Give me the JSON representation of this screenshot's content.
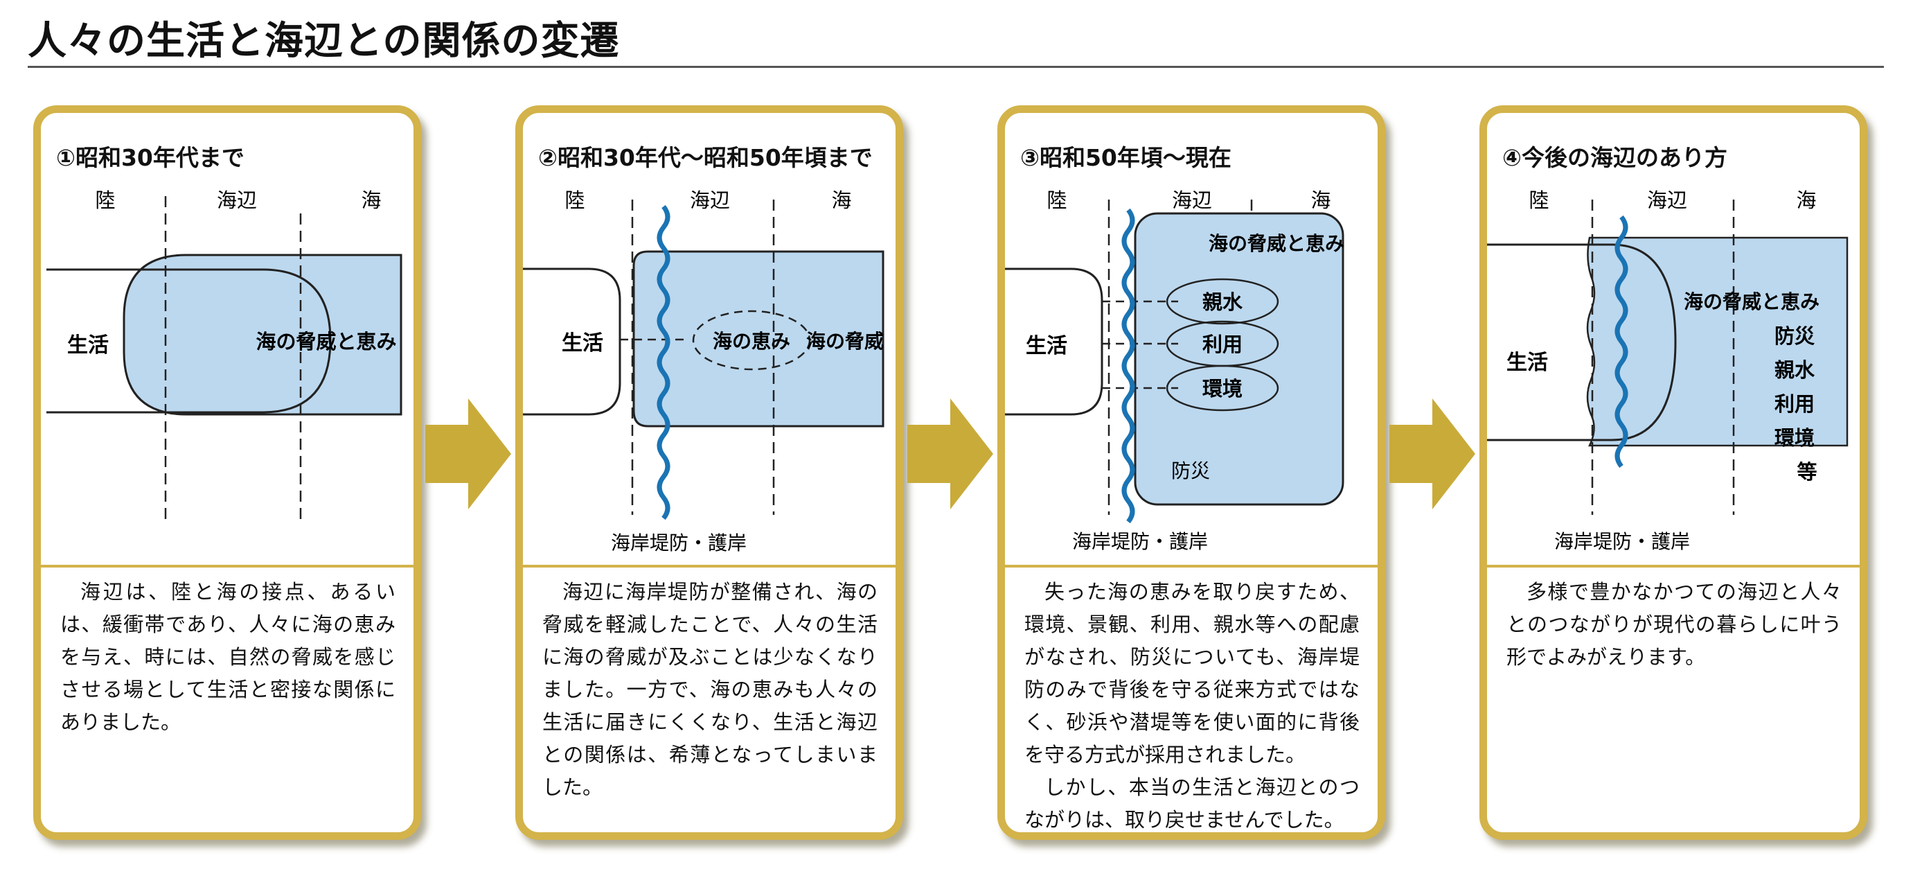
{
  "title": "人々の生活と海辺との関係の変遷",
  "zones": {
    "land": "陸",
    "shore": "海辺",
    "sea": "海"
  },
  "colors": {
    "panel_border": "#d3b34a",
    "fill": "#bcd8ee",
    "wave": "#1a74b4",
    "arrow": "#c9ab3a"
  },
  "panels": [
    {
      "heading": "①昭和30年代まで",
      "life": "生活",
      "sea_label": "海の脅威と恵み",
      "text": [
        "海辺は、陸と海の接点、あるいは、緩衝帯であり、人々に海の恵みを与え、時には、自然の脅威を感じさせる場として生活と密接な関係にありました。"
      ]
    },
    {
      "heading": "②昭和30年代～昭和50年頃まで",
      "life": "生活",
      "blessing": "海の恵み",
      "threat": "海の脅威",
      "seawall": "海岸堤防・護岸",
      "text": [
        "海辺に海岸堤防が整備され、海の脅威を軽減したことで、人々の生活に海の脅威が及ぶことは少なくなりました。一方で、海の恵みも人々の生活に届きにくくなり、生活と海辺との関係は、希薄となってしまいました。"
      ]
    },
    {
      "heading": "③昭和50年頃～現在",
      "life": "生活",
      "sea_label": "海の脅威と恵み",
      "items": [
        "親水",
        "利用",
        "環境"
      ],
      "disaster": "防災",
      "seawall": "海岸堤防・護岸",
      "text": [
        "失った海の恵みを取り戻すため、環境、景観、利用、親水等への配慮がなされ、防災についても、海岸堤防のみで背後を守る従来方式ではなく、砂浜や潜堤等を使い面的に背後を守る方式が採用されました。",
        "しかし、本当の生活と海辺とのつながりは、取り戻せませんでした。"
      ]
    },
    {
      "heading": "④今後の海辺のあり方",
      "life": "生活",
      "sea_label": "海の脅威と恵み",
      "items": [
        "防災",
        "親水",
        "利用",
        "環境",
        "等"
      ],
      "seawall": "海岸堤防・護岸",
      "text": [
        "多様で豊かなかつての海辺と人々とのつながりが現代の暮らしに叶う形でよみがえります。"
      ]
    }
  ]
}
